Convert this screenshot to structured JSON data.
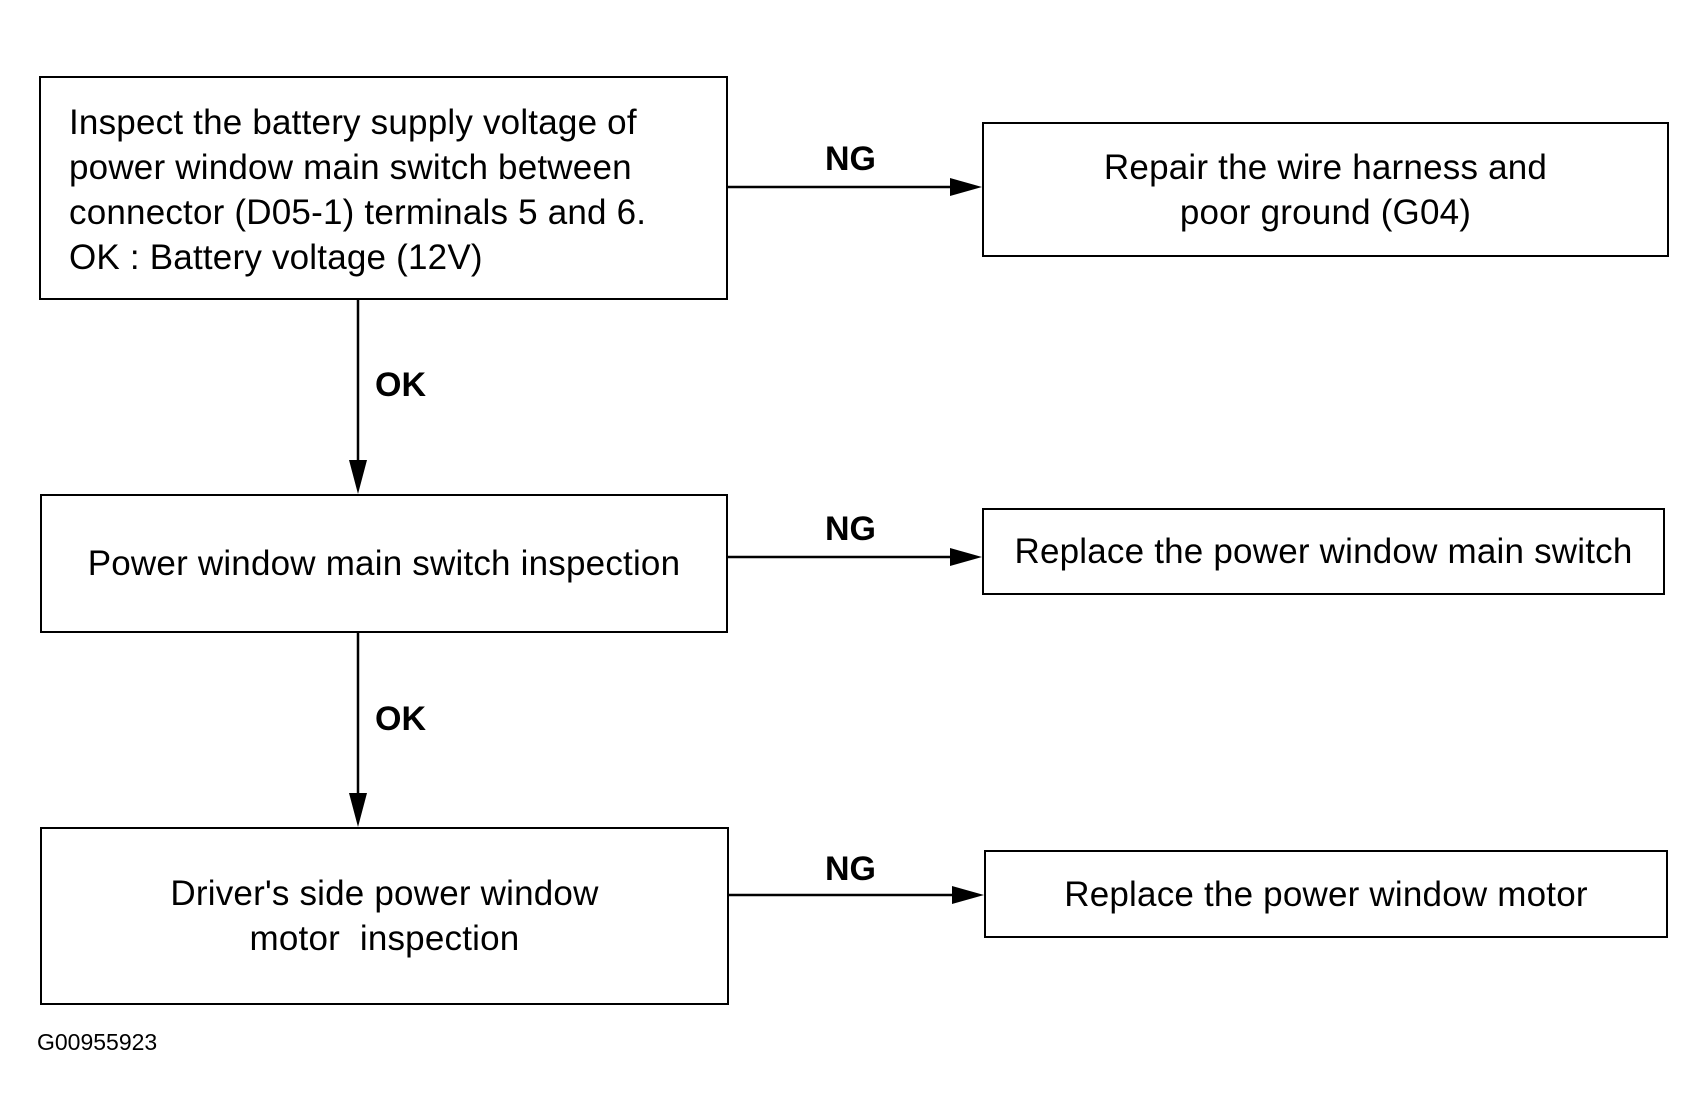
{
  "flowchart": {
    "step1": {
      "lines": [
        "Inspect the battery supply voltage of",
        "power window main switch between",
        "connector (D05-1) terminals 5 and 6.",
        "OK : Battery voltage (12V)"
      ]
    },
    "step1_ng_result": {
      "lines": [
        "Repair the wire harness and",
        "poor ground (G04)"
      ]
    },
    "step2": {
      "lines": [
        "Power window main switch inspection"
      ]
    },
    "step2_ng_result": {
      "lines": [
        "Replace the power window main switch"
      ]
    },
    "step3": {
      "lines": [
        "Driver's side power window",
        "motor  inspection"
      ]
    },
    "step3_ng_result": {
      "lines": [
        "Replace the power window motor"
      ]
    },
    "labels": {
      "ng1": "NG",
      "ok1": "OK",
      "ng2": "NG",
      "ok2": "OK",
      "ng3": "NG"
    }
  },
  "figure_id": "G00955923"
}
